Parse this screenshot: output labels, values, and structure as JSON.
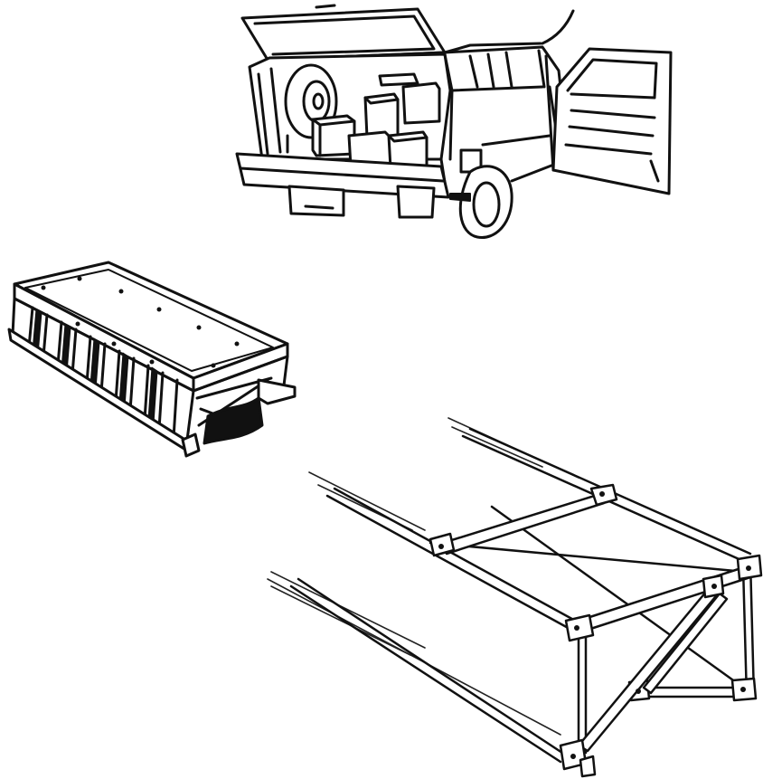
{
  "illustration": {
    "panels": [
      {
        "name": "vehicle",
        "icon": "open-hatchback-vehicle-icon"
      },
      {
        "name": "deck-module",
        "icon": "bridge-deck-module-icon"
      },
      {
        "name": "space-frame",
        "icon": "extended-truss-frame-icon"
      }
    ],
    "colors": {
      "ink": "#111111",
      "background": "#ffffff"
    }
  }
}
